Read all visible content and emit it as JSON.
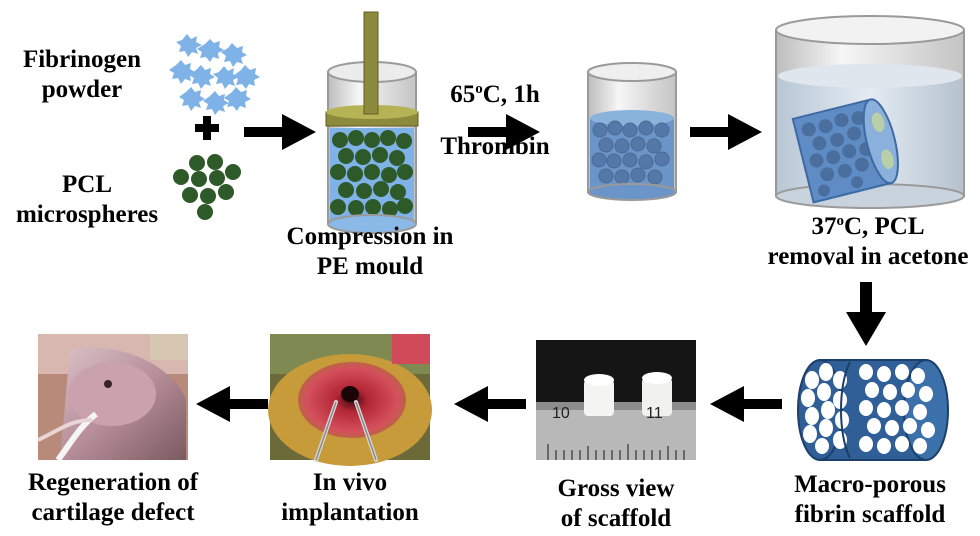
{
  "steps": {
    "fibrinogen": {
      "line1": "Fibrinogen",
      "line2": "powder"
    },
    "plus": "+",
    "pcl": {
      "line1": "PCL",
      "line2": "microspheres"
    },
    "compression": {
      "line1": "Compression in",
      "line2": "PE mould"
    },
    "condition": {
      "temp": "65",
      "deg": "o",
      "rest": "C, 1h",
      "line2": "Thrombin"
    },
    "removal": {
      "temp": "37",
      "deg": "o",
      "rest": "C, PCL",
      "line2": "removal in acetone"
    },
    "macroporous": {
      "line1": "Macro-porous",
      "line2": "fibrin scaffold"
    },
    "gross": {
      "line1": "Gross view",
      "line2": "of scaffold"
    },
    "invivo": {
      "line1": "In vivo",
      "line2": "implantation"
    },
    "regeneration": {
      "line1": "Regeneration of",
      "line2": "cartilage defect"
    }
  },
  "ruler": {
    "mark_a": "10",
    "mark_b": "11"
  },
  "colors": {
    "powder": "#7fb2e6",
    "microsphere": "#2e5a2a",
    "rod": "#8c8a3c",
    "gel": "#6b95c8",
    "glass": "#cfcfcf",
    "tissue_red": "#c53a48",
    "arrow": "#000000"
  }
}
